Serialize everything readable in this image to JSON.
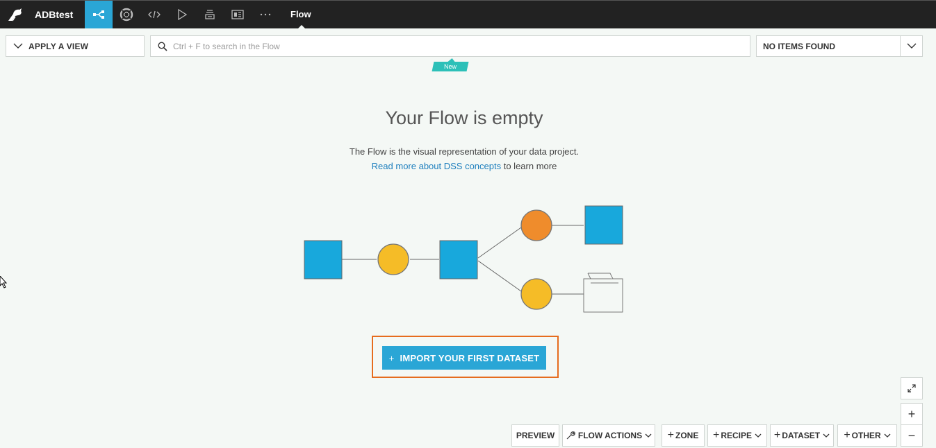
{
  "header": {
    "project_name": "ADBtest",
    "current_section": "Flow",
    "nav_icons": [
      "flow-icon",
      "lifebuoy-icon",
      "code-icon",
      "play-icon",
      "stack-icon",
      "dashboard-icon",
      "more-icon"
    ]
  },
  "toolbar": {
    "apply_view_label": "APPLY A VIEW",
    "search_placeholder": "Ctrl + F to search in the Flow",
    "items_label": "NO ITEMS FOUND",
    "new_badge": "New"
  },
  "empty_state": {
    "title": "Your Flow is empty",
    "description": "The Flow is the visual representation of your data project.",
    "link_text": "Read more about DSS concepts",
    "link_suffix": " to learn more",
    "import_button": "IMPORT YOUR FIRST DATASET",
    "import_button_prefix": "+"
  },
  "zoom": {
    "fit_icon": "expand-icon",
    "zoom_in": "+",
    "zoom_out": "−"
  },
  "bottom_actions": {
    "preview": "PREVIEW",
    "flow_actions": "FLOW ACTIONS",
    "zone": "ZONE",
    "recipe": "RECIPE",
    "dataset": "DATASET",
    "other": "OTHER"
  },
  "colors": {
    "accent": "#2aa6d6",
    "topbar": "#222222",
    "highlight": "#e66c1e",
    "dataset_blue": "#18a8dc",
    "recipe_yellow": "#f5bc27",
    "recipe_orange": "#ef8c2c",
    "badge_teal": "#2cc0b8"
  }
}
